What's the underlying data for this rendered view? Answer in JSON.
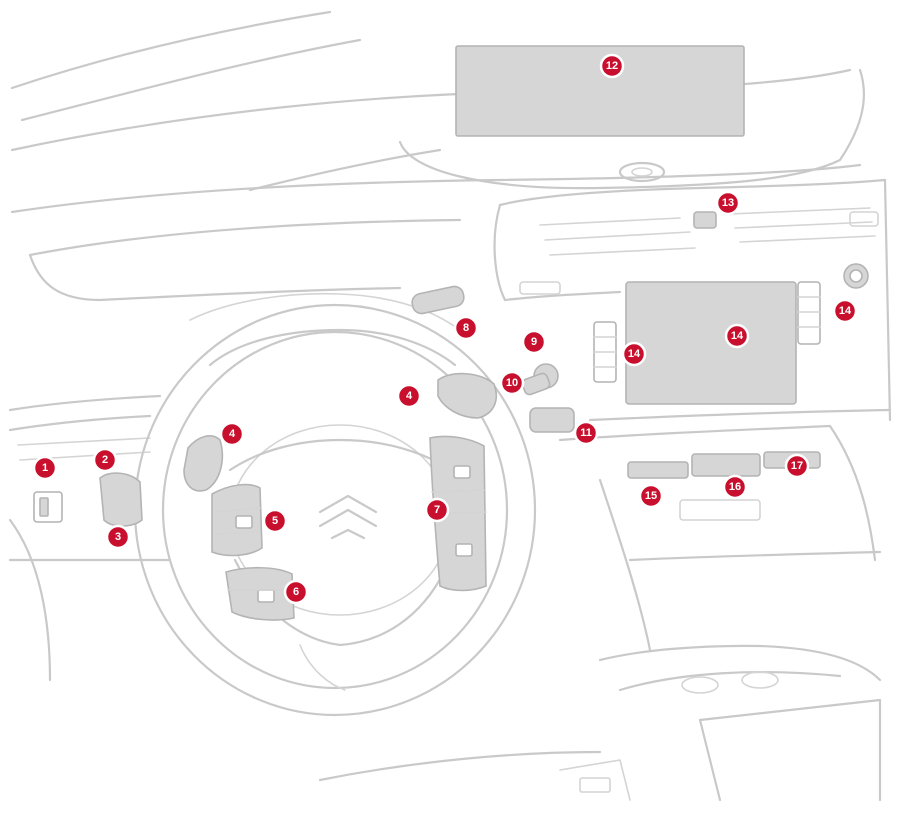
{
  "callouts": [
    {
      "id": "c1",
      "label": "1"
    },
    {
      "id": "c2",
      "label": "2"
    },
    {
      "id": "c3",
      "label": "3"
    },
    {
      "id": "c4a",
      "label": "4"
    },
    {
      "id": "c4b",
      "label": "4"
    },
    {
      "id": "c5",
      "label": "5"
    },
    {
      "id": "c6",
      "label": "6"
    },
    {
      "id": "c7",
      "label": "7"
    },
    {
      "id": "c8",
      "label": "8"
    },
    {
      "id": "c9",
      "label": "9"
    },
    {
      "id": "c10",
      "label": "10"
    },
    {
      "id": "c11",
      "label": "11"
    },
    {
      "id": "c12",
      "label": "12"
    },
    {
      "id": "c13",
      "label": "13"
    },
    {
      "id": "c14a",
      "label": "14"
    },
    {
      "id": "c14b",
      "label": "14"
    },
    {
      "id": "c14c",
      "label": "14"
    },
    {
      "id": "c15",
      "label": "15"
    },
    {
      "id": "c16",
      "label": "16"
    },
    {
      "id": "c17",
      "label": "17"
    }
  ]
}
